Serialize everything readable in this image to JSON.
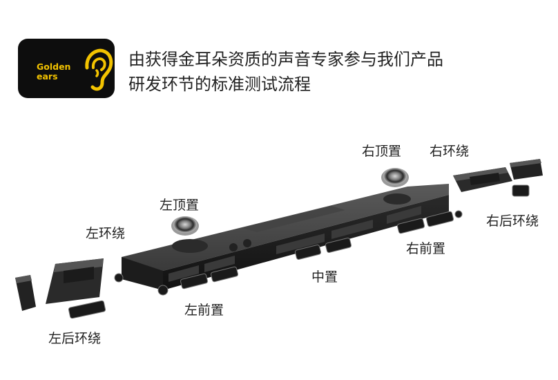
{
  "badge": {
    "line1": "Golden",
    "line2": "ears",
    "icon": "golden-ear-icon",
    "colors": {
      "background": "#0d0d0d",
      "accent": "#f3c300"
    }
  },
  "headline": {
    "line1": "由获得金耳朵资质的声音专家参与我们产品",
    "line2": "研发环节的标准测试流程"
  },
  "labels": {
    "top_right": "右顶置",
    "surround_right": "右环绕",
    "top_left": "左顶置",
    "surround_left": "左环绕",
    "rear_surround_right": "右后环绕",
    "front_right": "右前置",
    "center": "中置",
    "front_left": "左前置",
    "rear_surround_left": "左后环绕"
  }
}
